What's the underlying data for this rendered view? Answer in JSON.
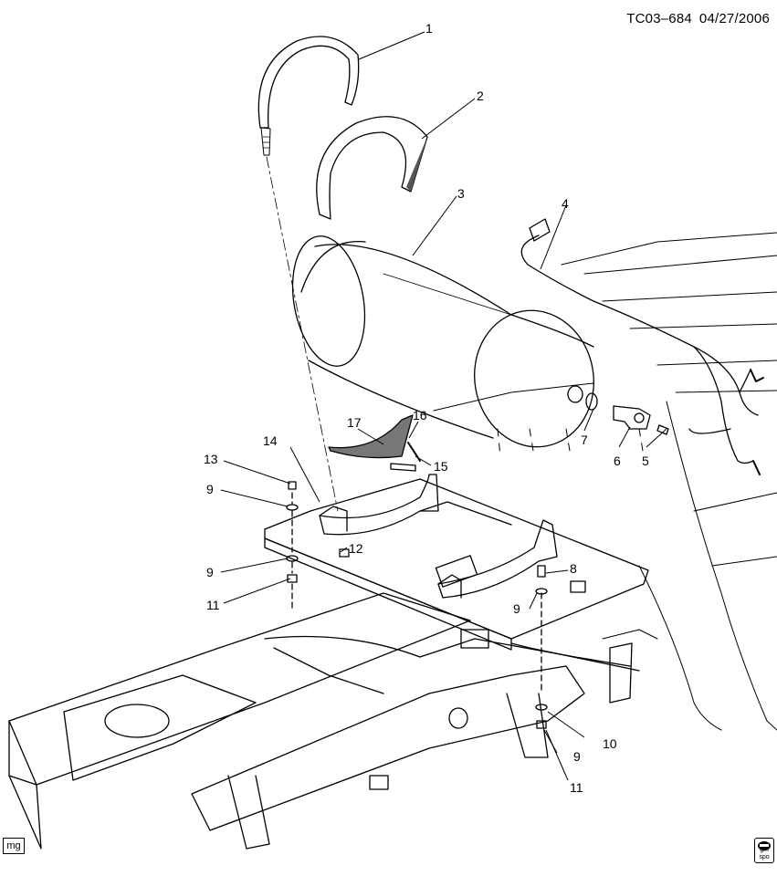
{
  "header": {
    "diagram_code": "TC03–684",
    "date": "04/27/2006"
  },
  "footer": {
    "code_box": "mg",
    "logo_text": "gm spo"
  },
  "callouts": [
    {
      "id": "c1",
      "label": "1"
    },
    {
      "id": "c2",
      "label": "2"
    },
    {
      "id": "c3",
      "label": "3"
    },
    {
      "id": "c4",
      "label": "4"
    },
    {
      "id": "c5",
      "label": "5"
    },
    {
      "id": "c6",
      "label": "6"
    },
    {
      "id": "c7",
      "label": "7"
    },
    {
      "id": "c8",
      "label": "8"
    },
    {
      "id": "c9a",
      "label": "9"
    },
    {
      "id": "c9b",
      "label": "9"
    },
    {
      "id": "c9c",
      "label": "9"
    },
    {
      "id": "c9d",
      "label": "9"
    },
    {
      "id": "c10",
      "label": "10"
    },
    {
      "id": "c11a",
      "label": "11"
    },
    {
      "id": "c11b",
      "label": "11"
    },
    {
      "id": "c12",
      "label": "12"
    },
    {
      "id": "c13",
      "label": "13"
    },
    {
      "id": "c14",
      "label": "14"
    },
    {
      "id": "c15",
      "label": "15"
    },
    {
      "id": "c16",
      "label": "16"
    },
    {
      "id": "c17",
      "label": "17"
    }
  ]
}
